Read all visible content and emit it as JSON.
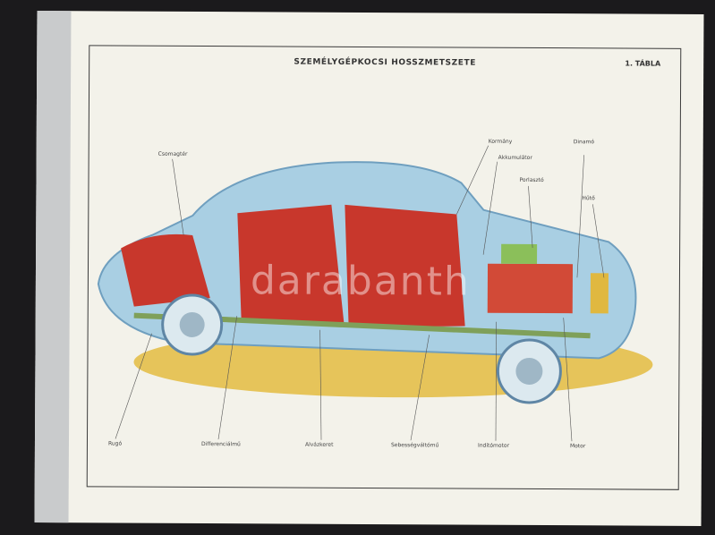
{
  "title": "SZEMÉLYGÉPKOCSI HOSSZMETSZETE",
  "plate": "1. TÁBLA",
  "watermark": "darabanth",
  "labels_top": {
    "csomagter": "Csomagtér",
    "kormany": "Kormány",
    "akkumulator": "Akkumulátor",
    "porlaszto": "Porlasztó",
    "dinamo": "Dinamó",
    "huto": "Hűtő"
  },
  "labels_bottom": {
    "rugo": "Rugó",
    "differencialmu": "Differenciálmű",
    "alvazkeret": "Alvázkeret",
    "sebessegvaltomu": "Sebességváltómű",
    "inditomotor": "Indítómotor",
    "motor": "Motor"
  },
  "colors": {
    "body": "#a9cfe3",
    "seats": "#c8372c",
    "ground": "#e9c85a"
  }
}
